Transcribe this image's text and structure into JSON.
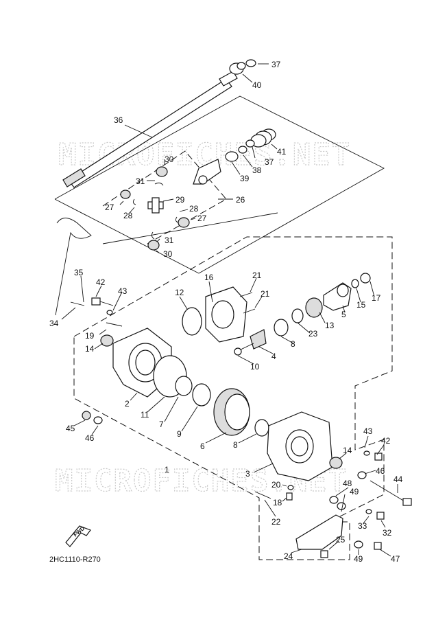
{
  "diagram_code": "2HC1110-R270",
  "watermark_text": "MICROFICHES.NET",
  "fwd_label": "FWD",
  "callouts": [
    "37",
    "40",
    "36",
    "41",
    "37",
    "38",
    "39",
    "30",
    "31",
    "29",
    "28",
    "28",
    "27",
    "27",
    "26",
    "31",
    "30",
    "35",
    "34",
    "42",
    "43",
    "16",
    "21",
    "21",
    "12",
    "17",
    "15",
    "5",
    "13",
    "23",
    "8",
    "4",
    "10",
    "19",
    "14",
    "2",
    "11",
    "7",
    "9",
    "6",
    "8",
    "45",
    "46",
    "1",
    "43",
    "42",
    "14",
    "3",
    "46",
    "44",
    "20",
    "18",
    "22",
    "48",
    "49",
    "33",
    "32",
    "25",
    "24",
    "49",
    "47"
  ]
}
